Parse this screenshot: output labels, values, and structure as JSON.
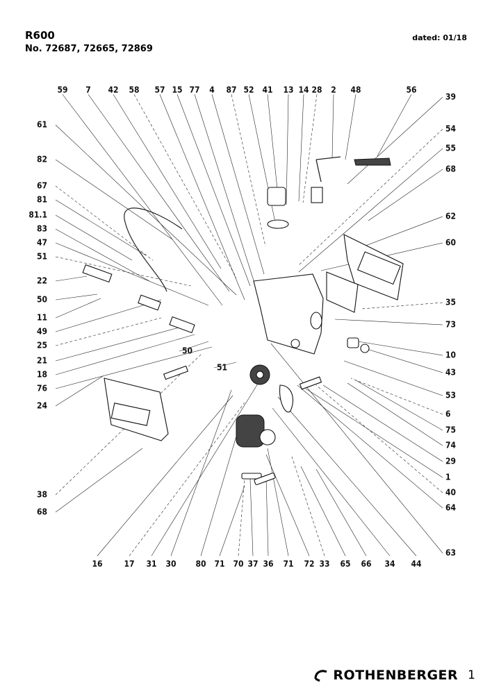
{
  "header": {
    "model": "R600",
    "numbers": "No. 72687, 72665, 72869",
    "dated": "dated: 01/18"
  },
  "footer": {
    "brand": "ROTHENBERGER",
    "page_number": "1"
  },
  "callouts": [
    "59",
    "7",
    "42",
    "58",
    "57",
    "15",
    "77",
    "4",
    "87",
    "52",
    "41",
    "13",
    "14",
    "28",
    "2",
    "48",
    "56",
    "39",
    "54",
    "55",
    "68",
    "62",
    "60",
    "35",
    "73",
    "10",
    "43",
    "53",
    "6",
    "75",
    "74",
    "29",
    "1",
    "40",
    "64",
    "63",
    "61",
    "82",
    "67",
    "81",
    "81.1",
    "83",
    "47",
    "51",
    "22",
    "50",
    "11",
    "49",
    "25",
    "21",
    "18",
    "76",
    "24",
    "38",
    "68",
    "50",
    "51",
    "16",
    "17",
    "31",
    "30",
    "80",
    "71",
    "70",
    "37",
    "36",
    "71",
    "72",
    "33",
    "65",
    "66",
    "34",
    "44"
  ]
}
